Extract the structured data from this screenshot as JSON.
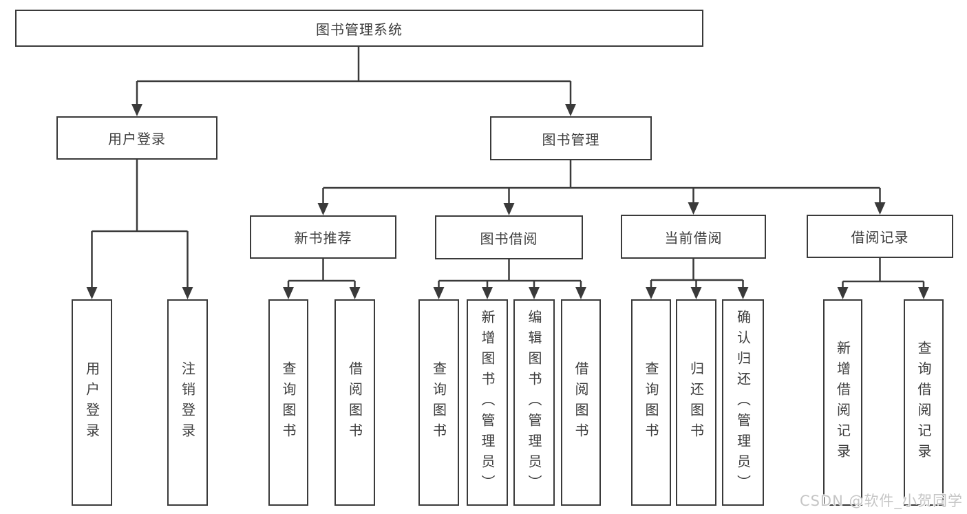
{
  "diagram": {
    "title": "图书管理系统",
    "colors": {
      "line": "#3a3a3a",
      "text": "#3d3d3d",
      "box_background": "#ffffff",
      "watermark": "#c5c5c5"
    },
    "nodes": {
      "root": "图书管理系统",
      "level2": {
        "user_login": "用户登录",
        "book_management": "图书管理"
      },
      "level3": {
        "new_book_recommend": "新书推荐",
        "book_borrow": "图书借阅",
        "current_borrow": "当前借阅",
        "borrow_records": "借阅记录"
      },
      "leaves": {
        "user_login": [
          "用户登录",
          "注销登录"
        ],
        "new_book_recommend": [
          "查询图书",
          "借阅图书"
        ],
        "book_borrow": [
          "查询图书",
          "新增图书（管理员）",
          "编辑图书（管理员）",
          "借阅图书"
        ],
        "current_borrow": [
          "查询图书",
          "归还图书",
          "确认归还（管理员）"
        ],
        "borrow_records": [
          "新增借阅记录",
          "查询借阅记录"
        ]
      }
    },
    "watermark": "CSDN @软件_小贺同学"
  }
}
